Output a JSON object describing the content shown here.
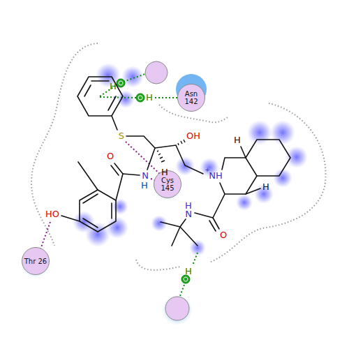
{
  "diagram": {
    "nodes": [
      {
        "text": [
          "Asn 142"
        ]
      },
      {
        "text": [
          "Cys 145"
        ]
      },
      {
        "text": [
          "Thr 26"
        ]
      }
    ],
    "labels": [
      "H",
      "H",
      "S",
      "OH",
      "O",
      "H",
      "N",
      "H",
      "+",
      "NH",
      "H",
      "H",
      "HO",
      "H",
      "N",
      "O",
      "H"
    ]
  }
}
